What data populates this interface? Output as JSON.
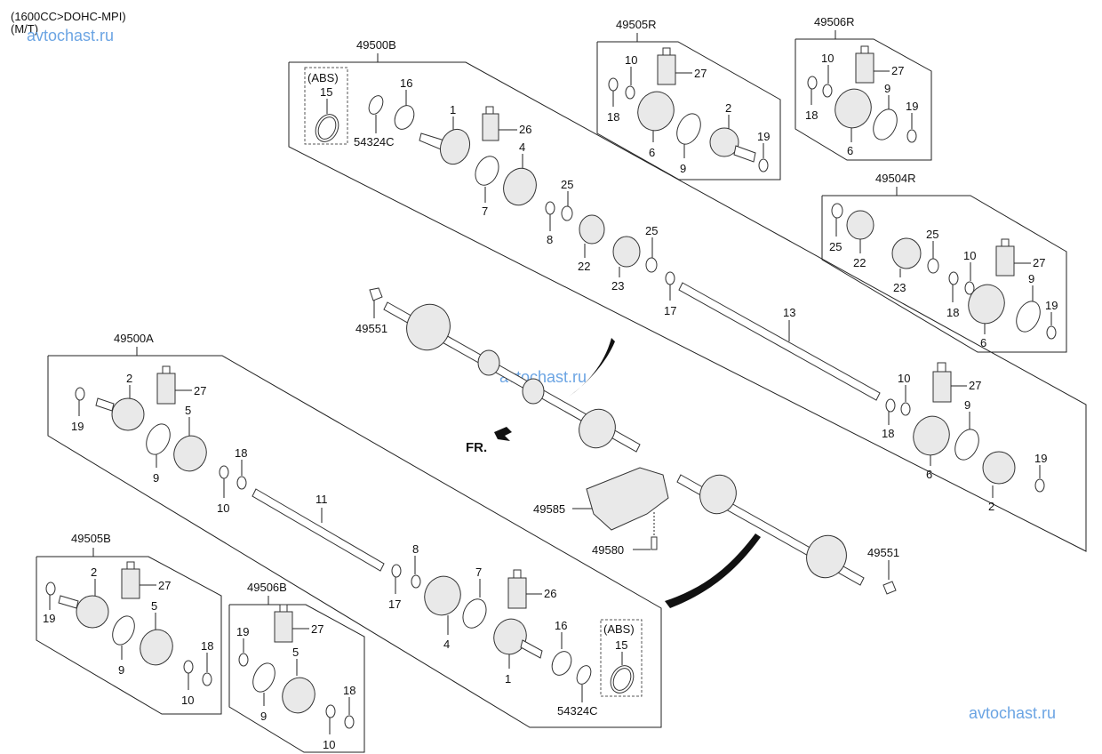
{
  "header": {
    "spec_line": "(1600CC>DOHC-MPI)",
    "trans_line": "(M/T)"
  },
  "watermarks": [
    "avtochast.ru",
    "avtochast.ru",
    "avtochast.ru"
  ],
  "direction_label": "FR.",
  "groups": {
    "g49500B": "49500B",
    "g49505R": "49505R",
    "g49506R": "49506R",
    "g49504R": "49504R",
    "g49500A": "49500A",
    "g49505B": "49505B",
    "g49506B": "49506B"
  },
  "abs_label": "(ABS)",
  "parts": {
    "p1": "1",
    "p2": "2",
    "p4": "4",
    "p5": "5",
    "p6": "6",
    "p7": "7",
    "p8": "8",
    "p9": "9",
    "p10": "10",
    "p11": "11",
    "p13": "13",
    "p15": "15",
    "p16": "16",
    "p17": "17",
    "p18": "18",
    "p19": "19",
    "p22": "22",
    "p23": "23",
    "p25": "25",
    "p26": "26",
    "p27": "27",
    "p54324C": "54324C",
    "p49551": "49551",
    "p49585": "49585",
    "p49580": "49580"
  }
}
